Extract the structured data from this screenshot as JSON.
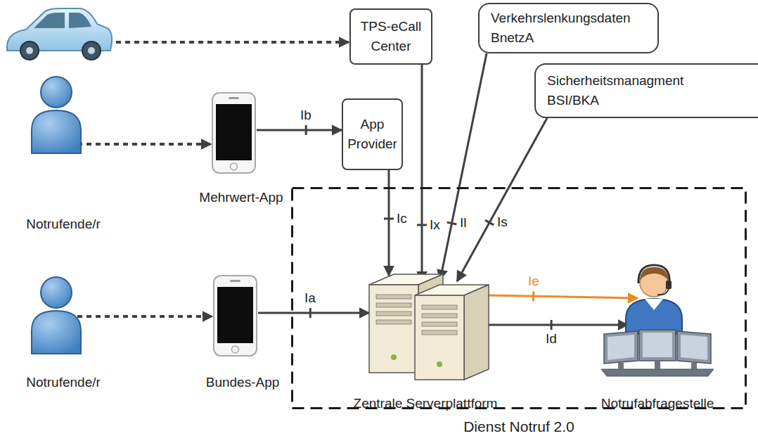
{
  "diagram": {
    "nodes": [
      {
        "text": [
          "TPS-eCall Center"
        ]
      },
      {
        "text": [
          "Verkehrslenkungsdaten BnetzA"
        ]
      },
      {
        "text": [
          "Notrufende/r"
        ]
      },
      {
        "text": [
          "Mehrwert-App"
        ]
      },
      {
        "text": [
          "App Provider"
        ]
      },
      {
        "text": [
          "Sicherheitsmanagment BSI/BKA"
        ]
      },
      {
        "text": [
          "Dienst Notruf 2.0"
        ]
      },
      {
        "text": [
          "Notrufende/r"
        ]
      },
      {
        "text": [
          "Bundes-App"
        ]
      },
      {
        "text": [
          "Zentrale Serverplattform"
        ],
        "in": 6
      },
      {
        "text": [
          "Notrufabfragestelle"
        ],
        "in": 6
      }
    ],
    "edges": [
      {
        "from": 2,
        "to": 3,
        "arrow": "to"
      },
      {
        "from": 3,
        "to": 4,
        "label": "Ib",
        "arrow": "to"
      },
      {
        "from": 4,
        "to": 9,
        "label": "Ic",
        "arrow": "to"
      },
      {
        "from": 0,
        "to": 9,
        "label": "Ix",
        "arrow": "to"
      },
      {
        "from": 1,
        "to": 9,
        "label": "Il",
        "arrow": "to"
      },
      {
        "from": 5,
        "to": 9,
        "label": "Is",
        "arrow": "to"
      },
      {
        "from": 7,
        "to": 8,
        "arrow": "to"
      },
      {
        "from": 8,
        "to": 9,
        "label": "Ia",
        "arrow": "to"
      },
      {
        "from": 9,
        "to": 10,
        "label": "Ie",
        "arrow": "to"
      },
      {
        "from": 9,
        "to": 10,
        "label": "Id",
        "arrow": "to"
      }
    ]
  }
}
